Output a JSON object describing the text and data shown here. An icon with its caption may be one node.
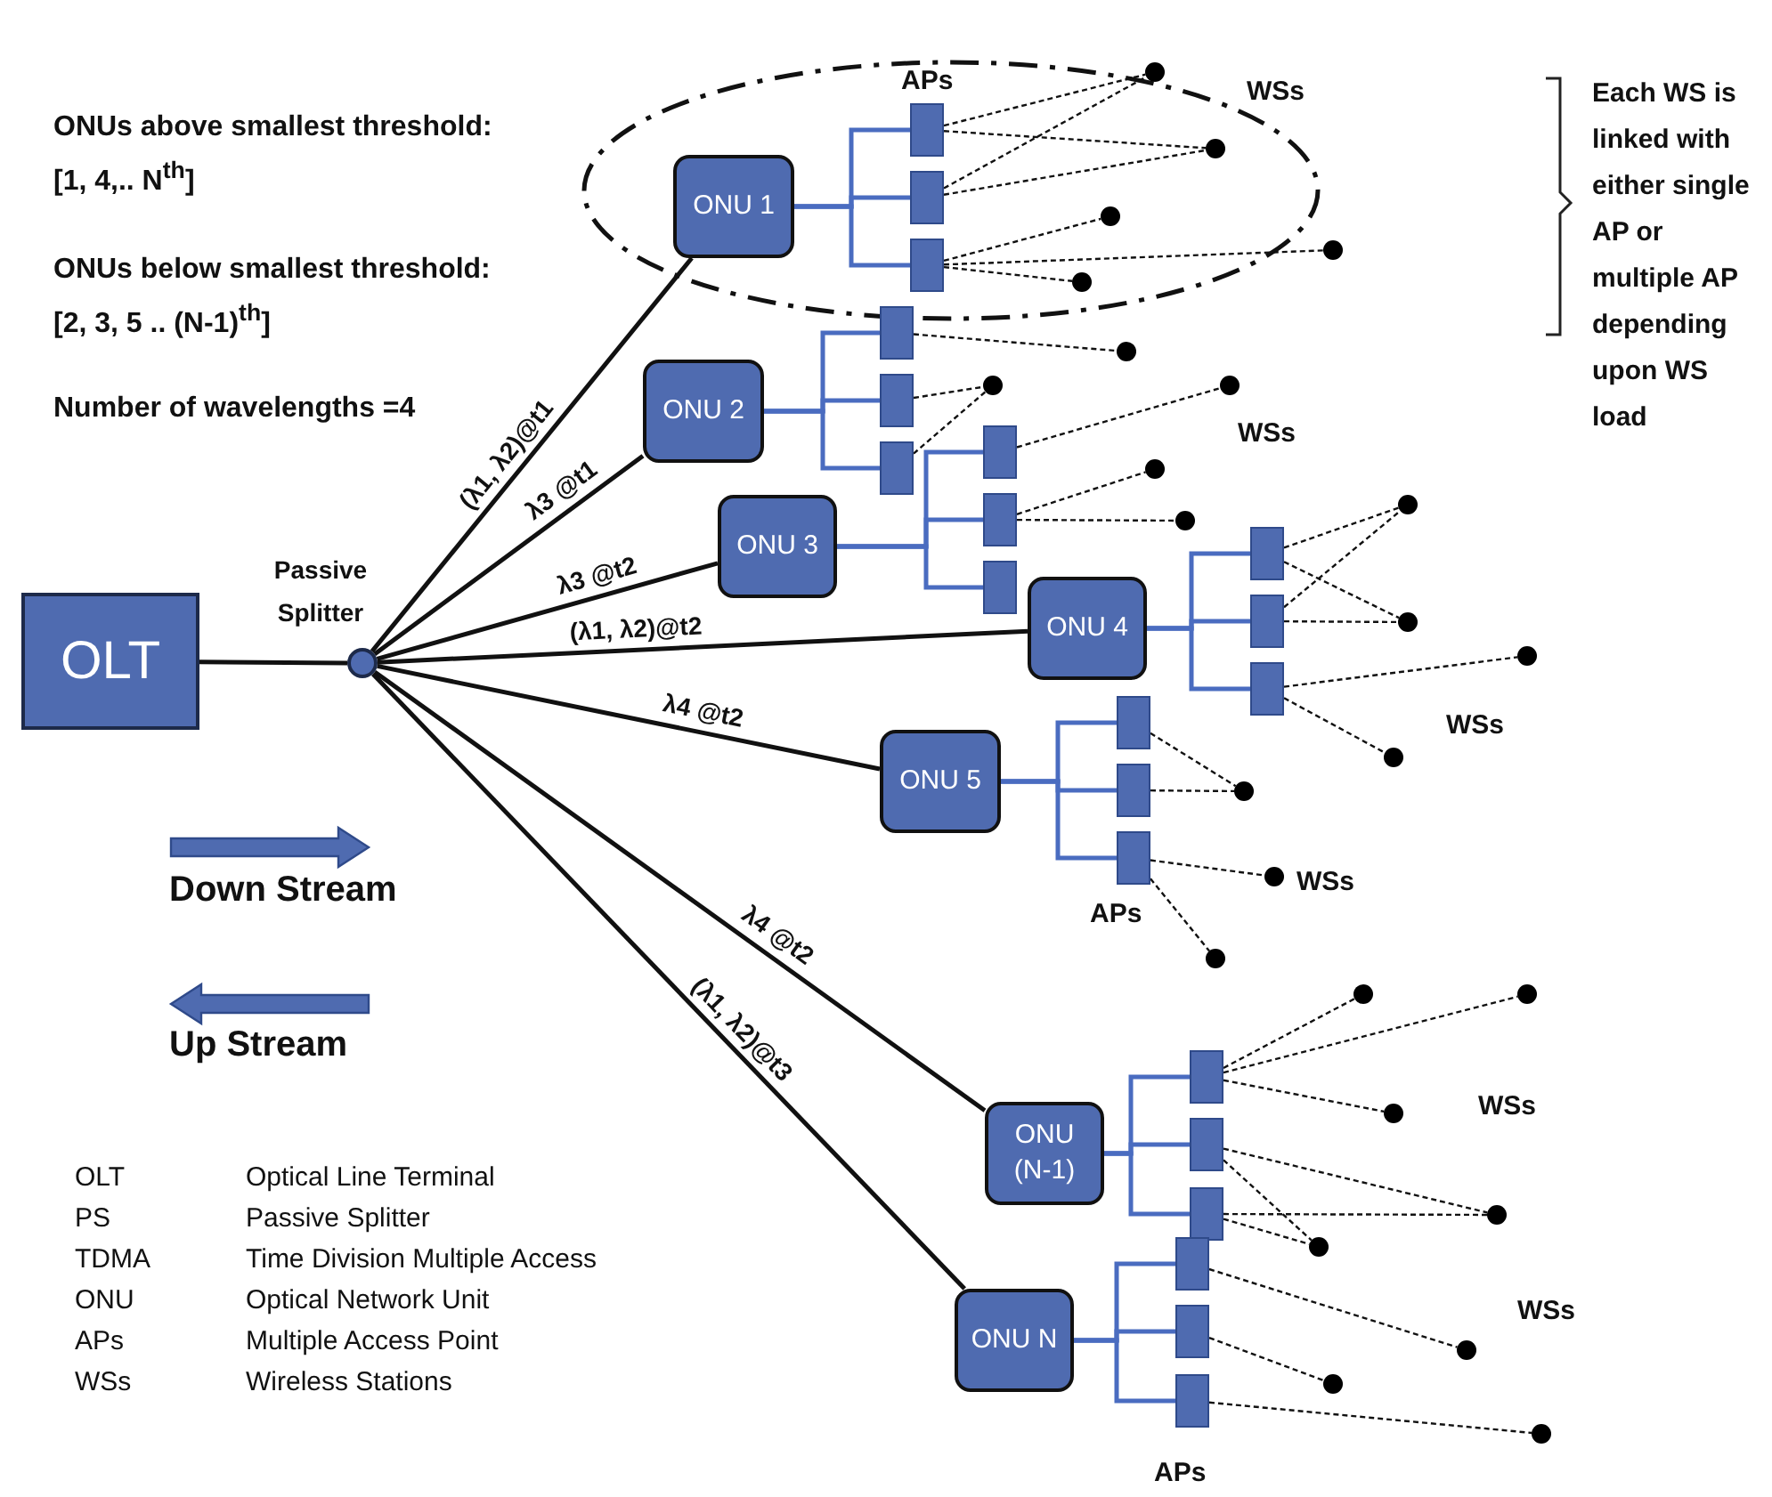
{
  "diagram": {
    "nodes": [
      {
        "text": [
          "OLT"
        ]
      },
      {
        "text": [],
        "shape": "circle",
        "beside": [
          "Passive Splitter"
        ]
      },
      {
        "text": [],
        "shape": "ellipse"
      },
      {
        "text": [
          "ONU 1"
        ],
        "in": 2
      },
      {
        "text": [
          "ONU 2"
        ]
      },
      {
        "text": [
          "ONU 3"
        ]
      },
      {
        "text": [
          "ONU 4"
        ]
      },
      {
        "text": [
          "ONU 5"
        ]
      },
      {
        "text": [
          "ONU (N-1)"
        ]
      },
      {
        "text": [
          "ONU N"
        ]
      },
      {
        "text": [],
        "shape": "box",
        "in": 2
      },
      {
        "text": [],
        "shape": "box",
        "in": 2
      },
      {
        "text": [],
        "shape": "box",
        "in": 2
      },
      {
        "text": [],
        "shape": "box"
      },
      {
        "text": [],
        "shape": "box"
      },
      {
        "text": [],
        "shape": "box"
      },
      {
        "text": [],
        "shape": "box"
      },
      {
        "text": [],
        "shape": "box"
      },
      {
        "text": [],
        "shape": "box"
      },
      {
        "text": [],
        "shape": "box"
      },
      {
        "text": [],
        "shape": "box"
      },
      {
        "text": [],
        "shape": "box"
      },
      {
        "text": [],
        "shape": "box"
      },
      {
        "text": [],
        "shape": "box"
      },
      {
        "text": [],
        "shape": "box"
      },
      {
        "text": [],
        "shape": "box"
      },
      {
        "text": [],
        "shape": "box"
      },
      {
        "text": [],
        "shape": "box"
      },
      {
        "text": [],
        "shape": "box"
      },
      {
        "text": [],
        "shape": "box"
      },
      {
        "text": [],
        "shape": "box"
      },
      {
        "text": [],
        "shape": "circle"
      },
      {
        "text": [],
        "shape": "circle",
        "in": 2
      },
      {
        "text": [],
        "shape": "circle",
        "in": 2
      },
      {
        "text": [],
        "shape": "circle",
        "in": 2
      },
      {
        "text": [],
        "shape": "circle"
      },
      {
        "text": [],
        "shape": "circle"
      },
      {
        "text": [],
        "shape": "circle"
      },
      {
        "text": [],
        "shape": "circle"
      },
      {
        "text": [],
        "shape": "circle"
      },
      {
        "text": [],
        "shape": "circle"
      },
      {
        "text": [],
        "shape": "circle"
      },
      {
        "text": [],
        "shape": "circle"
      },
      {
        "text": [],
        "shape": "circle"
      },
      {
        "text": [],
        "shape": "circle"
      },
      {
        "text": [],
        "shape": "circle"
      },
      {
        "text": [],
        "shape": "circle"
      },
      {
        "text": [],
        "shape": "circle"
      },
      {
        "text": [],
        "shape": "circle"
      },
      {
        "text": [],
        "shape": "circle"
      },
      {
        "text": [],
        "shape": "circle"
      },
      {
        "text": [],
        "shape": "circle"
      },
      {
        "text": [],
        "shape": "circle"
      },
      {
        "text": [],
        "shape": "circle"
      },
      {
        "text": [],
        "shape": "circle"
      },
      {
        "text": [],
        "shape": "circle"
      }
    ],
    "edges": [
      {
        "from": 0,
        "to": 1,
        "arrow": "none"
      },
      {
        "from": 1,
        "to": 3,
        "arrow": "none",
        "label": "(λ1, λ2)@t1"
      },
      {
        "from": 1,
        "to": 4,
        "arrow": "none",
        "label": "λ3 @t1"
      },
      {
        "from": 1,
        "to": 5,
        "arrow": "none",
        "label": "λ3 @t2"
      },
      {
        "from": 1,
        "to": 6,
        "arrow": "none",
        "label": "(λ1, λ2)@t2"
      },
      {
        "from": 1,
        "to": 7,
        "arrow": "none",
        "label": "λ4 @t2"
      },
      {
        "from": 1,
        "to": 8,
        "arrow": "none",
        "label": "λ4 @t2"
      },
      {
        "from": 1,
        "to": 9,
        "arrow": "none",
        "label": "(λ1, λ2)@t3"
      },
      {
        "from": 3,
        "to": 10,
        "arrow": "none",
        "color": "#4a6cc0"
      },
      {
        "from": 3,
        "to": 11,
        "arrow": "none",
        "color": "#4a6cc0"
      },
      {
        "from": 3,
        "to": 12,
        "arrow": "none",
        "color": "#4a6cc0"
      },
      {
        "from": 4,
        "to": 13,
        "arrow": "none",
        "color": "#4a6cc0"
      },
      {
        "from": 4,
        "to": 14,
        "arrow": "none",
        "color": "#4a6cc0"
      },
      {
        "from": 4,
        "to": 15,
        "arrow": "none",
        "color": "#4a6cc0"
      },
      {
        "from": 5,
        "to": 16,
        "arrow": "none",
        "color": "#4a6cc0"
      },
      {
        "from": 5,
        "to": 17,
        "arrow": "none",
        "color": "#4a6cc0"
      },
      {
        "from": 5,
        "to": 18,
        "arrow": "none",
        "color": "#4a6cc0"
      },
      {
        "from": 6,
        "to": 19,
        "arrow": "none",
        "color": "#4a6cc0"
      },
      {
        "from": 6,
        "to": 20,
        "arrow": "none",
        "color": "#4a6cc0"
      },
      {
        "from": 6,
        "to": 21,
        "arrow": "none",
        "color": "#4a6cc0"
      },
      {
        "from": 7,
        "to": 22,
        "arrow": "none",
        "color": "#4a6cc0"
      },
      {
        "from": 7,
        "to": 23,
        "arrow": "none",
        "color": "#4a6cc0"
      },
      {
        "from": 7,
        "to": 24,
        "arrow": "none",
        "color": "#4a6cc0"
      },
      {
        "from": 8,
        "to": 25,
        "arrow": "none",
        "color": "#4a6cc0"
      },
      {
        "from": 8,
        "to": 26,
        "arrow": "none",
        "color": "#4a6cc0"
      },
      {
        "from": 8,
        "to": 27,
        "arrow": "none",
        "color": "#4a6cc0"
      },
      {
        "from": 9,
        "to": 28,
        "arrow": "none",
        "color": "#4a6cc0"
      },
      {
        "from": 9,
        "to": 29,
        "arrow": "none",
        "color": "#4a6cc0"
      },
      {
        "from": 9,
        "to": 30,
        "arrow": "none",
        "color": "#4a6cc0"
      },
      {
        "from": 10,
        "to": 31,
        "arrow": "none",
        "style": "dashed"
      },
      {
        "from": 10,
        "to": 32,
        "arrow": "none",
        "style": "dashed"
      },
      {
        "from": 11,
        "to": 31,
        "arrow": "none",
        "style": "dashed"
      },
      {
        "from": 11,
        "to": 32,
        "arrow": "none",
        "style": "dashed"
      },
      {
        "from": 12,
        "to": 33,
        "arrow": "none",
        "style": "dashed"
      },
      {
        "from": 12,
        "to": 35,
        "arrow": "none",
        "style": "dashed"
      },
      {
        "from": 12,
        "to": 34,
        "arrow": "none",
        "style": "dashed"
      },
      {
        "from": 13,
        "to": 36,
        "arrow": "none",
        "style": "dashed"
      },
      {
        "from": 14,
        "to": 37,
        "arrow": "none",
        "style": "dashed"
      },
      {
        "from": 15,
        "to": 37,
        "arrow": "none",
        "style": "dashed"
      },
      {
        "from": 16,
        "to": 38,
        "arrow": "none",
        "style": "dashed"
      },
      {
        "from": 17,
        "to": 39,
        "arrow": "none",
        "style": "dashed"
      },
      {
        "from": 17,
        "to": 40,
        "arrow": "none",
        "style": "dashed"
      },
      {
        "from": 19,
        "to": 41,
        "arrow": "none",
        "style": "dashed"
      },
      {
        "from": 19,
        "to": 42,
        "arrow": "none",
        "style": "dashed"
      },
      {
        "from": 20,
        "to": 41,
        "arrow": "none",
        "style": "dashed"
      },
      {
        "from": 20,
        "to": 42,
        "arrow": "none",
        "style": "dashed"
      },
      {
        "from": 21,
        "to": 43,
        "arrow": "none",
        "style": "dashed"
      },
      {
        "from": 21,
        "to": 44,
        "arrow": "none",
        "style": "dashed"
      },
      {
        "from": 22,
        "to": 45,
        "arrow": "none",
        "style": "dashed"
      },
      {
        "from": 23,
        "to": 45,
        "arrow": "none",
        "style": "dashed"
      },
      {
        "from": 24,
        "to": 46,
        "arrow": "none",
        "style": "dashed"
      },
      {
        "from": 24,
        "to": 47,
        "arrow": "none",
        "style": "dashed"
      },
      {
        "from": 25,
        "to": 48,
        "arrow": "none",
        "style": "dashed"
      },
      {
        "from": 25,
        "to": 49,
        "arrow": "none",
        "style": "dashed"
      },
      {
        "from": 25,
        "to": 50,
        "arrow": "none",
        "style": "dashed"
      },
      {
        "from": 26,
        "to": 51,
        "arrow": "none",
        "style": "dashed"
      },
      {
        "from": 26,
        "to": 52,
        "arrow": "none",
        "style": "dashed"
      },
      {
        "from": 27,
        "to": 51,
        "arrow": "none",
        "style": "dashed"
      },
      {
        "from": 27,
        "to": 52,
        "arrow": "none",
        "style": "dashed"
      },
      {
        "from": 28,
        "to": 53,
        "arrow": "none",
        "style": "dashed"
      },
      {
        "from": 29,
        "to": 54,
        "arrow": "none",
        "style": "dashed"
      },
      {
        "from": 30,
        "to": 55,
        "arrow": "none",
        "style": "dashed"
      }
    ],
    "labels": [
      "ONUs above smallest threshold:",
      "[1, 4,.. N$^{th}$]",
      "APs",
      "WSs",
      "Each WS is linked with either single AP or multiple AP depending upon WS load",
      "ONUs below smallest threshold:",
      "[2, 3, 5 .. (N-1)$^{th}$]",
      "Number of wavelengths =4",
      "WSs",
      "WSs",
      "Down Stream",
      "WSs",
      "APs",
      "Up Stream",
      "WSs",
      "OLT",
      "Optical Line Terminal",
      "PS",
      "Passive Splitter",
      "TDMA",
      "Time Division Multiple Access",
      "ONU",
      "Optical Network Unit",
      "APs",
      "Multiple Access Point",
      "WSs",
      "Wireless Stations",
      "WSs",
      "APs"
    ]
  }
}
